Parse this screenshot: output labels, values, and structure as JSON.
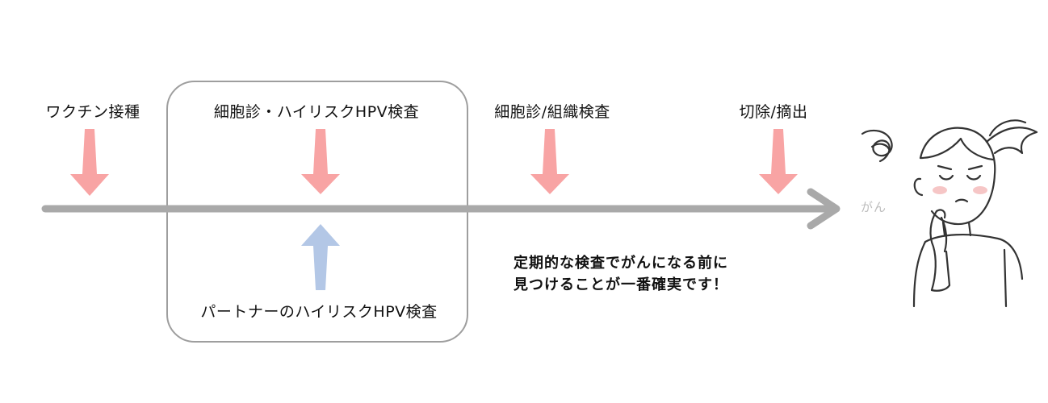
{
  "stages": {
    "vaccine": "ワクチン接種",
    "screening": "細胞診・ハイリスクHPV検査",
    "biopsy": "細胞診/組織検査",
    "excision": "切除/摘出",
    "partner": "パートナーのハイリスクHPV検査"
  },
  "endpoint": {
    "label": "がん"
  },
  "message": {
    "line1": "定期的な検査でがんになる前に",
    "line2": "見つけることが一番確実です！"
  },
  "colors": {
    "timeline": "#a9a9a9",
    "down_arrow": "#f8a4a4",
    "up_arrow": "#b3c7e6",
    "box_border": "#9e9e9e"
  },
  "icons": {
    "person": "worried-woman-illustration",
    "dizzy": "dizzy-swirl-icon"
  }
}
